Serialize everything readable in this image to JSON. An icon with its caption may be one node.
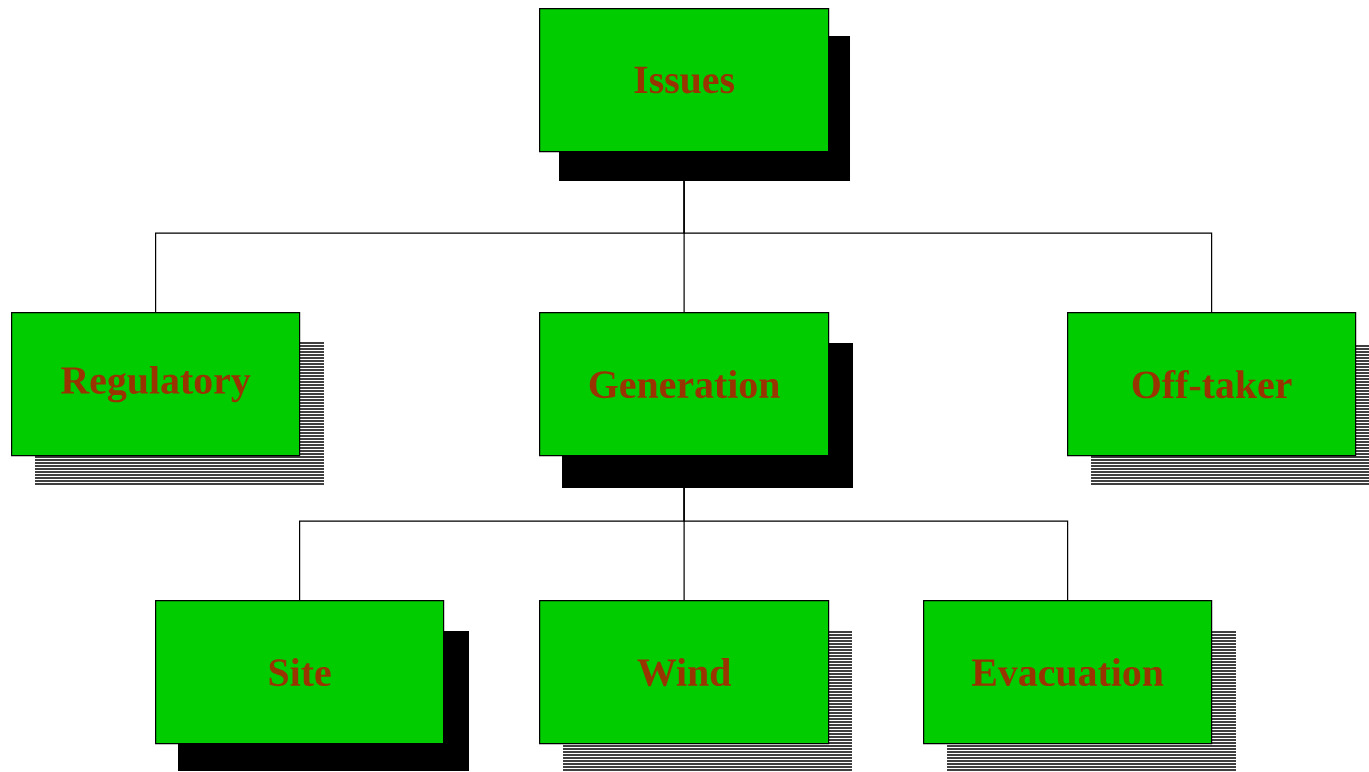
{
  "diagram": {
    "nodes": [
      {
        "text": [
          "Issues"
        ]
      },
      {
        "text": [
          "Regulatory"
        ]
      },
      {
        "text": [
          "Generation"
        ]
      },
      {
        "text": [
          "Off-taker"
        ]
      },
      {
        "text": [
          "Site"
        ]
      },
      {
        "text": [
          "Wind"
        ]
      },
      {
        "text": [
          "Evacuation"
        ]
      }
    ],
    "edges": [
      {
        "from": 0,
        "to": 1,
        "arrow": "none"
      },
      {
        "from": 0,
        "to": 2,
        "arrow": "none"
      },
      {
        "from": 0,
        "to": 3,
        "arrow": "none"
      },
      {
        "from": 2,
        "to": 4,
        "arrow": "none"
      },
      {
        "from": 2,
        "to": 5,
        "arrow": "none"
      },
      {
        "from": 2,
        "to": 6,
        "arrow": "none"
      }
    ]
  }
}
